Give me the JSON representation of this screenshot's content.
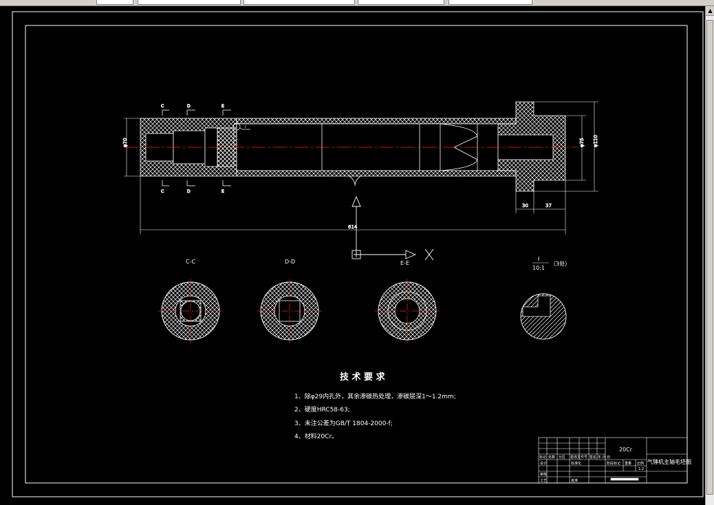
{
  "toolbar": {
    "fields": [
      "",
      "",
      "",
      "",
      ""
    ]
  },
  "scrollbar": {
    "up_glyph": "▲"
  },
  "drawing": {
    "main_view": {
      "section_marks_top": [
        "C",
        "D",
        "E"
      ],
      "section_marks_bottom": [
        "C",
        "D",
        "E"
      ],
      "detail_callout": "I",
      "dim_left_dia": "φ70",
      "dim_right_dia_inner": "φ75",
      "dim_right_dia_outer": "φ110",
      "dim_flange_1": "30",
      "dim_flange_2": "37",
      "dim_total_length": "614"
    },
    "ucs": {
      "x_label": "X"
    },
    "sections": [
      {
        "label": "C-C"
      },
      {
        "label": "D-D"
      },
      {
        "label": "E-E"
      }
    ],
    "detail": {
      "label": "I",
      "scale": "10:1",
      "note": "（3处）"
    },
    "technical_requirements": {
      "title": "技 术 要 求",
      "items": [
        "1、除φ29内孔外，其余渗碳热处理，渗碳层深1～1.2mm;",
        "2、硬度HRC58-63;",
        "3、未注公差为GB/T 1804-2000-f;",
        "4、材料20Cr。"
      ]
    },
    "title_block": {
      "material": "20Cr",
      "part_name": "气锤机主轴毛坯图",
      "row_labels_a": [
        "标记",
        "处数",
        "分区",
        "更改文件号",
        "签名",
        "年.月.日"
      ],
      "row_labels_b": [
        "阶段标记",
        "重量",
        "比例"
      ],
      "scale": "1:2",
      "designer_label": "设计",
      "std_label": "标准化",
      "check_label": "审核",
      "craft_label": "工艺",
      "approve_label": "批准"
    }
  }
}
